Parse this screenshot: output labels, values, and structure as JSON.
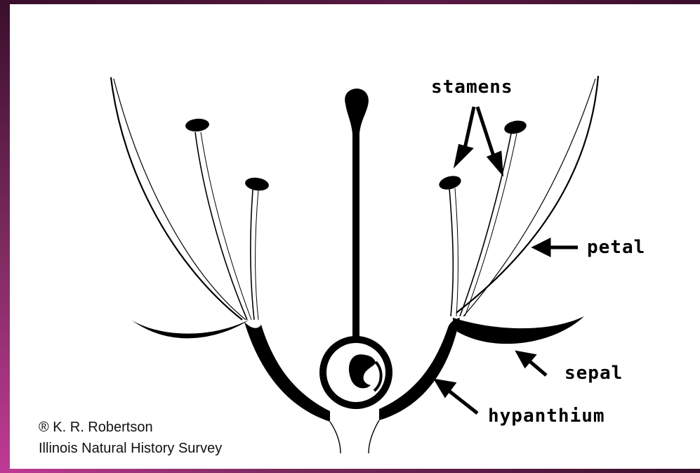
{
  "labels": {
    "stamens": "stamens",
    "petal": "petal",
    "sepal": "sepal",
    "hypanthium": "hypanthium"
  },
  "credit": {
    "line1": "® K. R. Robertson",
    "line2": "Illinois Natural History Survey"
  },
  "colors": {
    "ink": "#000000",
    "background": "#ffffff",
    "frame": "#7a2a5e"
  }
}
